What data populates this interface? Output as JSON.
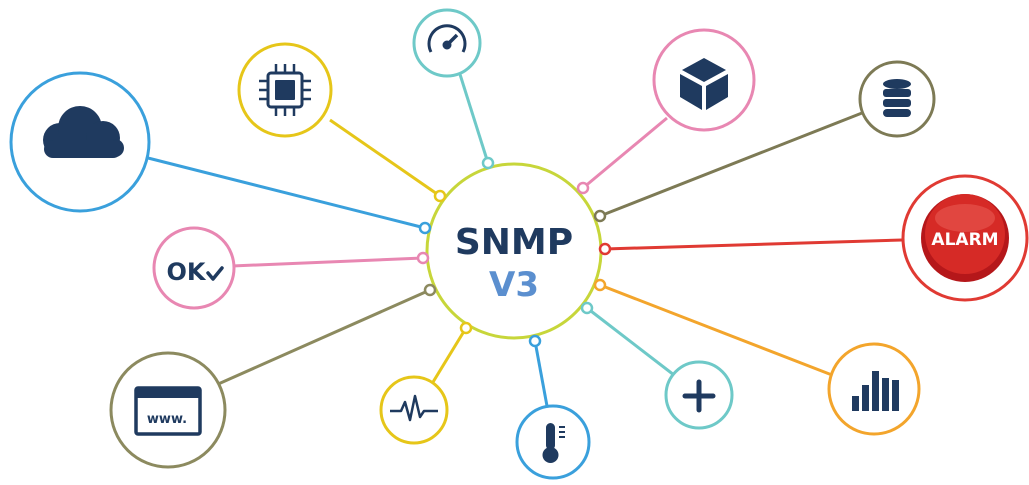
{
  "hub": {
    "title_line1": "SNMP",
    "title_line2": "V3",
    "ring_color": "#c7d63a",
    "title_color": "#1f3a5f",
    "subtitle_color": "#5b8fcf"
  },
  "nodes": [
    {
      "id": "cloud",
      "icon": "cloud-icon",
      "color": "#3aa0dc"
    },
    {
      "id": "cpu",
      "icon": "cpu-chip-icon",
      "color": "#e6c619"
    },
    {
      "id": "gauge",
      "icon": "speed-gauge-icon",
      "color": "#6ec9c8"
    },
    {
      "id": "cube",
      "icon": "cube-icon",
      "color": "#e887b2"
    },
    {
      "id": "database",
      "icon": "database-icon",
      "color": "#7d7a55"
    },
    {
      "id": "alarm",
      "icon": "alarm-badge-icon",
      "color": "#e03a33",
      "label": "ALARM"
    },
    {
      "id": "ok",
      "icon": "ok-check-icon",
      "color": "#e887b2",
      "label": "OK"
    },
    {
      "id": "www",
      "icon": "browser-window-icon",
      "color": "#8c8a5f",
      "label": "www."
    },
    {
      "id": "pulse",
      "icon": "heartbeat-pulse-icon",
      "color": "#e6c619"
    },
    {
      "id": "thermometer",
      "icon": "thermometer-icon",
      "color": "#3aa0dc"
    },
    {
      "id": "plus",
      "icon": "plus-icon",
      "color": "#6ec9c8"
    },
    {
      "id": "barchart",
      "icon": "bar-chart-icon",
      "color": "#f3a52c"
    }
  ],
  "icon_color": "#1f3a5f"
}
